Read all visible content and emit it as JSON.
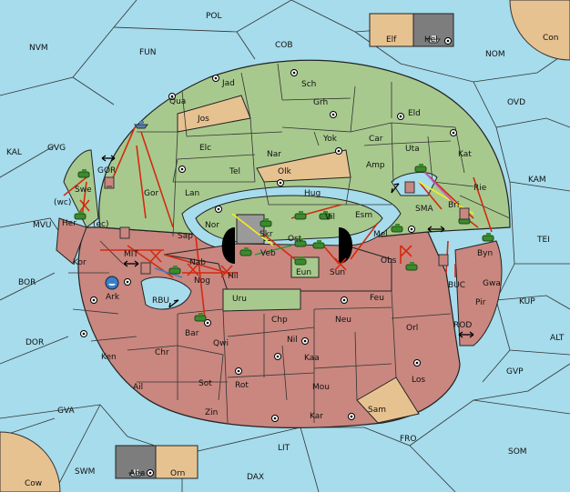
{
  "colors": {
    "water": "#a6dcec",
    "player_green": "#a8c98e",
    "player_red": "#c9877f",
    "neutral": "#e7c291",
    "grey_box": "#7d7d7d",
    "order_red": "#d42a10",
    "order_yellow": "#f2ee21",
    "order_blue": "#3a7ec8",
    "order_magenta": "#c25ac8",
    "order_green": "#2b9b3a"
  },
  "icons": {
    "supply_center": "circle-dot-icon",
    "army": "tank-icon",
    "fleet": "ship-icon",
    "failed_order": "x-mark-icon",
    "canal_link": "double-arrow-icon"
  },
  "outer_regions": [
    "POL",
    "NVM",
    "FUN",
    "COB",
    "NOM",
    "Con",
    "OVD",
    "KAL",
    "GVG",
    "KAM",
    "MVU",
    "TEI",
    "BOR",
    "KUP",
    "ALT",
    "DOR",
    "GVP",
    "GVA",
    "SOM",
    "FRO",
    "LIT",
    "SWM",
    "DAX",
    "Cow"
  ],
  "green_territories": [
    "Jad",
    "Sch",
    "Qua",
    "Jos",
    "Grh",
    "Eld",
    "Elc",
    "Yok",
    "Car",
    "Uta",
    "Kat",
    "Nar",
    "Amp",
    "Tel",
    "Olk",
    "Rie",
    "Gor",
    "Lan",
    "Hug",
    "Nor",
    "Skr",
    "Vil",
    "Esm",
    "SMA",
    "Bri",
    "Sap",
    "Veb",
    "Ost",
    "Mel",
    "Byn",
    "Eun",
    "Uru",
    "GOR",
    "Swe"
  ],
  "red_territories": [
    "Her",
    "(wc)",
    "(ec)",
    "Kor",
    "MIT",
    "Nab",
    "Hil",
    "Sun",
    "Obs",
    "Ark",
    "Nog",
    "RBU",
    "BUC",
    "Gwa",
    "Pir",
    "Feu",
    "Chp",
    "Neu",
    "Orl",
    "Bar",
    "Qwi",
    "Nil",
    "ROD",
    "Ken",
    "Kaa",
    "Chr",
    "Los",
    "Ail",
    "Sot",
    "Rot",
    "Mou",
    "Zin",
    "Kar",
    "Sam"
  ],
  "inset_north": {
    "left": "Elf",
    "right": "Hel"
  },
  "inset_south": {
    "left": "Aba",
    "right": "Orn"
  }
}
